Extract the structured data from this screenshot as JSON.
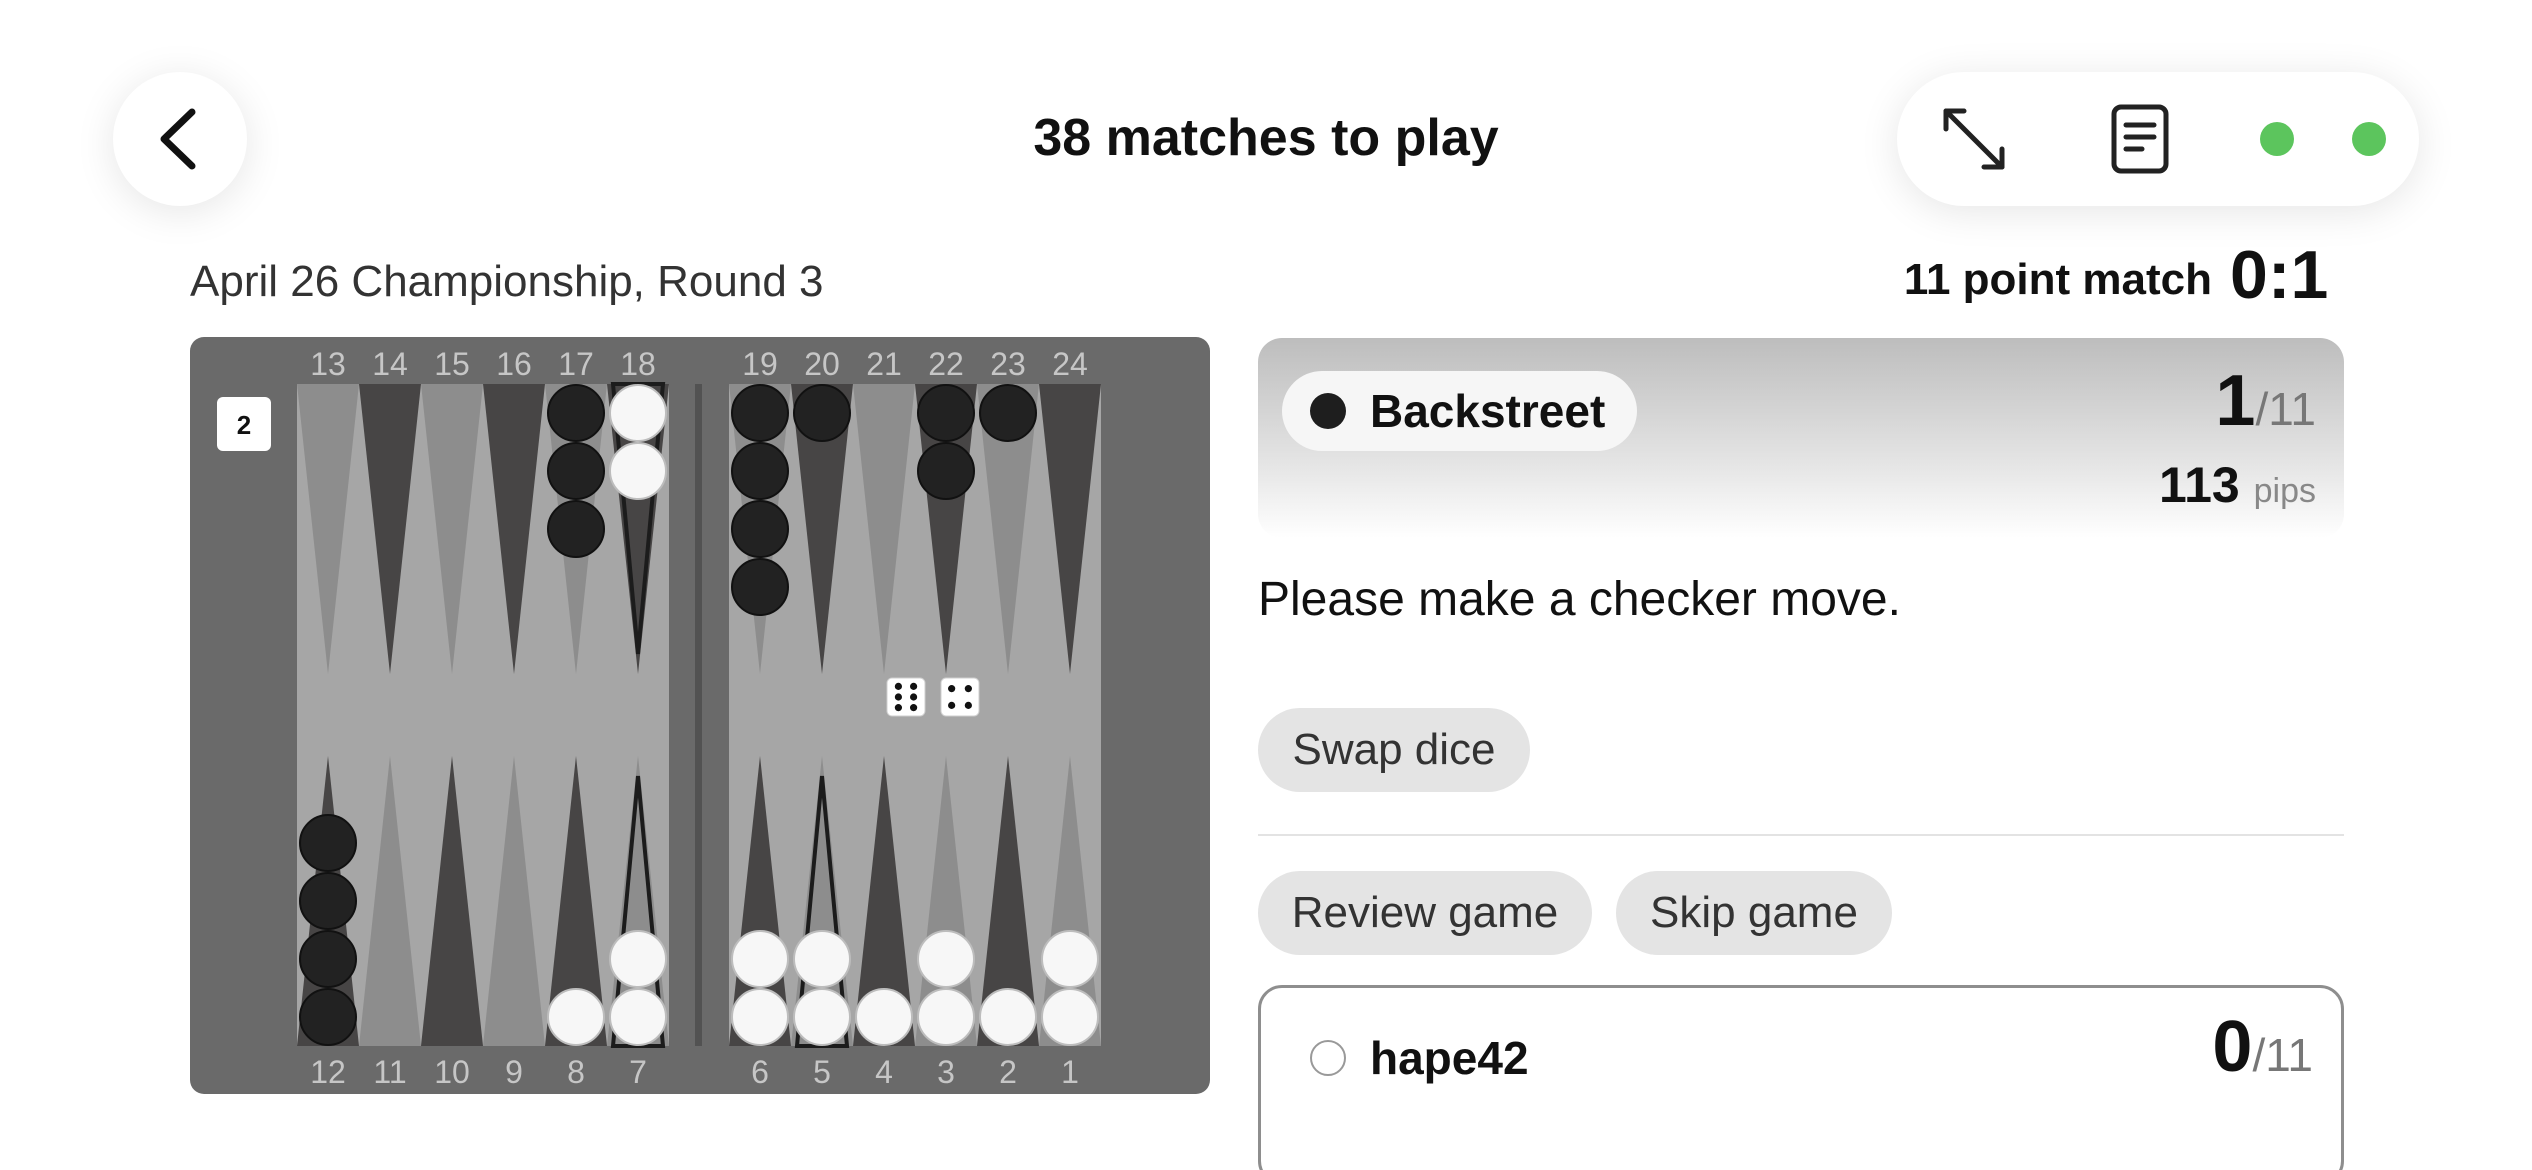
{
  "header": {
    "title": "38 matches to play"
  },
  "match": {
    "tournament": "April 26 Championship, Round 3",
    "length_label": "11 point match",
    "score": "0:1"
  },
  "board": {
    "top_labels": [
      "13",
      "14",
      "15",
      "16",
      "17",
      "18",
      "19",
      "20",
      "21",
      "22",
      "23",
      "24"
    ],
    "bottom_labels": [
      "12",
      "11",
      "10",
      "9",
      "8",
      "7",
      "6",
      "5",
      "4",
      "3",
      "2",
      "1"
    ],
    "cube_value": "2",
    "dice": [
      6,
      4
    ],
    "points": {
      "1": {
        "color": "white",
        "count": 2
      },
      "2": {
        "color": "white",
        "count": 1
      },
      "3": {
        "color": "white",
        "count": 2
      },
      "4": {
        "color": "white",
        "count": 1
      },
      "5": {
        "color": "white",
        "count": 2
      },
      "6": {
        "color": "white",
        "count": 2
      },
      "7": {
        "color": "white",
        "count": 2
      },
      "8": {
        "color": "white",
        "count": 1
      },
      "12": {
        "color": "black",
        "count": 4
      },
      "17": {
        "color": "black",
        "count": 3
      },
      "18": {
        "color": "white",
        "count": 2
      },
      "19": {
        "color": "black",
        "count": 4
      },
      "20": {
        "color": "black",
        "count": 1
      },
      "22": {
        "color": "black",
        "count": 2
      },
      "23": {
        "color": "black",
        "count": 1
      }
    },
    "colors": {
      "frame": "#6a6a6a",
      "field": "#a6a6a6",
      "point_dark": "#474545",
      "point_light": "#8d8d8d",
      "checker_black": "#222222",
      "checker_white": "#f7f7f7"
    }
  },
  "player_top": {
    "name": "Backstreet",
    "color": "black",
    "score": "1",
    "score_of": "/11",
    "pips": "113",
    "pips_unit": "pips"
  },
  "instruction": "Please make a checker move.",
  "buttons": {
    "swap_dice": "Swap dice",
    "review_game": "Review game",
    "skip_game": "Skip game"
  },
  "player_bottom": {
    "name": "hape42",
    "color": "white",
    "score": "0",
    "score_of": "/11"
  },
  "icons": {
    "back": "chevron-left-icon",
    "expand": "expand-arrows-icon",
    "notes": "document-icon"
  },
  "accent": {
    "status_green": "#5cc55d"
  }
}
